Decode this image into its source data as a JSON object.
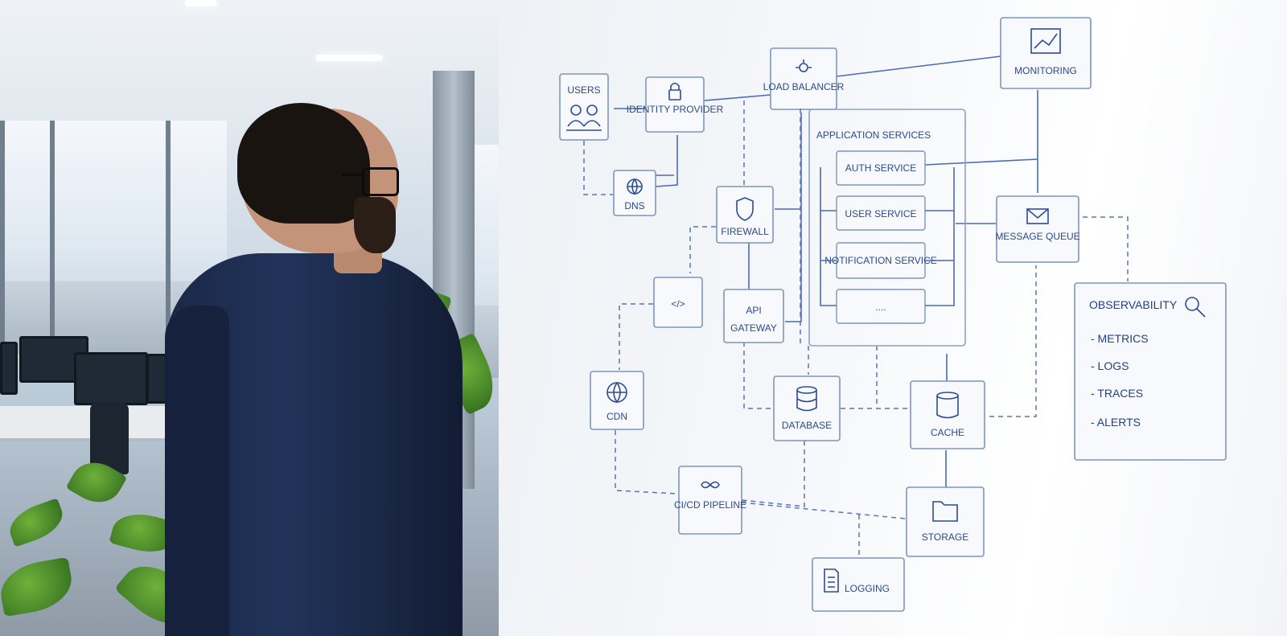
{
  "diagram": {
    "nodes": {
      "users": "USERS",
      "identity_provider": "IDENTITY PROVIDER",
      "load_balancer": "LOAD BALANCER",
      "monitoring": "MONITORING",
      "dns": "DNS",
      "firewall": "FIREWALL",
      "code": "</>",
      "api_gateway": "GATEWAY",
      "api_title": "API",
      "cdn": "CDN",
      "database": "DATABASE",
      "cache": "CACHE",
      "ci_cd_pipeline": "CI/CD PIPELINE",
      "storage": "STORAGE",
      "logging": "LOGGING",
      "message_queue": "MESSAGE QUEUE"
    },
    "application_services": {
      "title": "APPLICATION SERVICES",
      "items": [
        "AUTH SERVICE",
        "USER SERVICE",
        "NOTIFICATION SERVICE",
        "...."
      ]
    },
    "observability": {
      "title": "OBSERVABILITY",
      "items": [
        "- METRICS",
        "- LOGS",
        "- TRACES",
        "- ALERTS"
      ]
    }
  },
  "colors": {
    "ink": "#2b4a8c",
    "board": "#f6f8fb",
    "shirt": "#1a2847"
  }
}
